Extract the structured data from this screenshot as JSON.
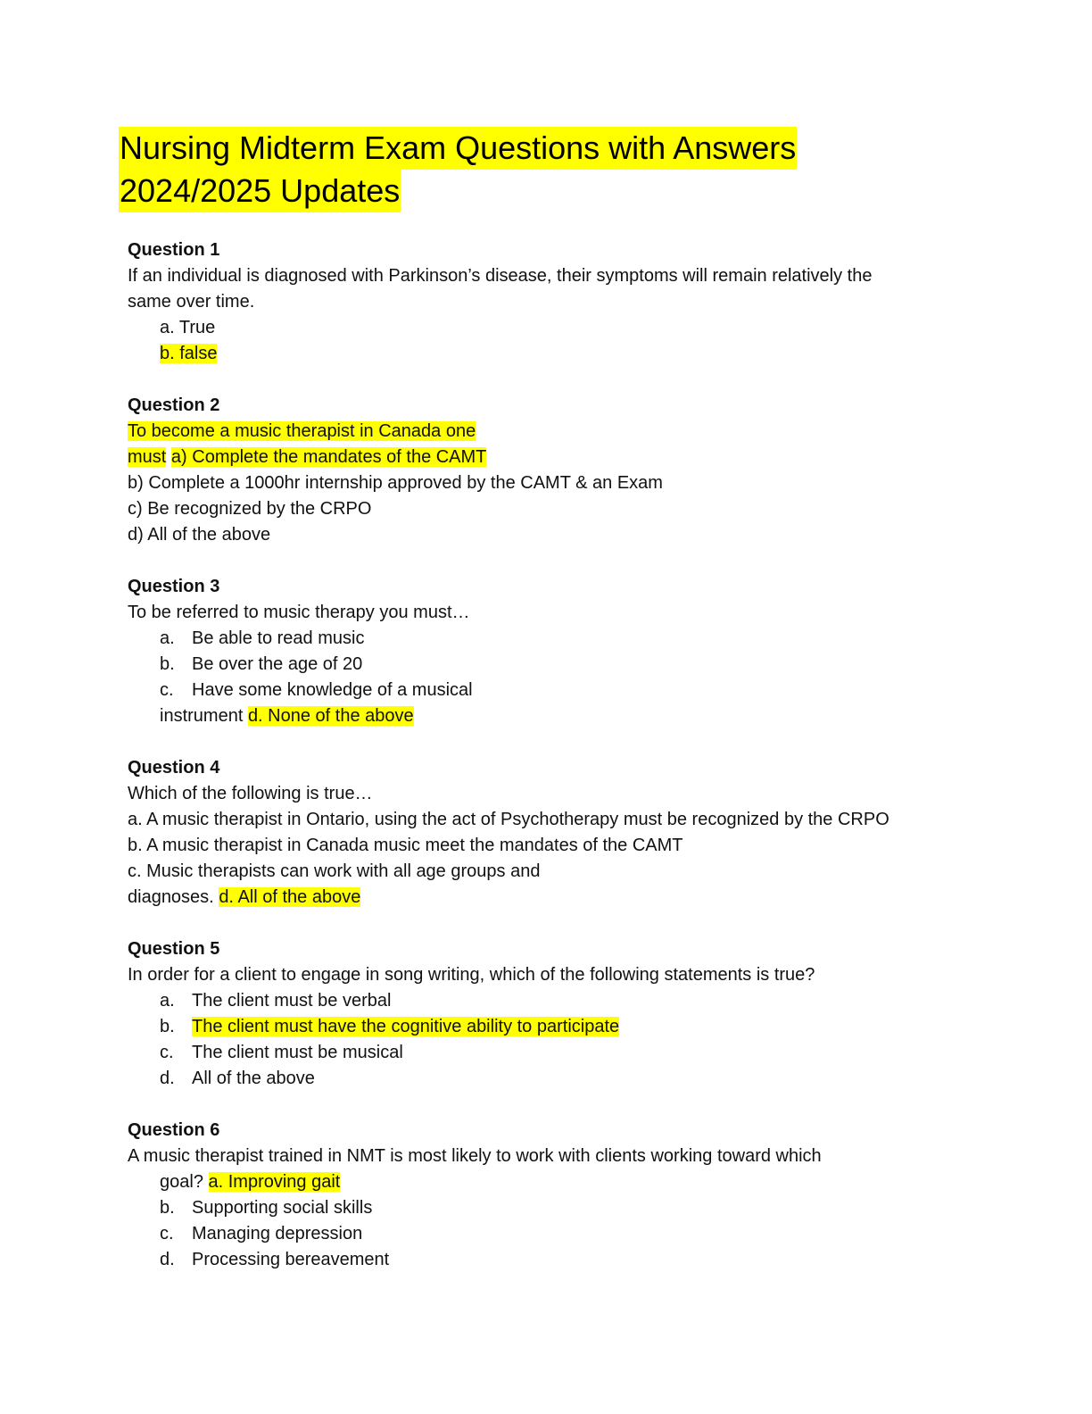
{
  "title": {
    "line1": "Nursing Midterm Exam Questions with Answers",
    "line2": "2024/2025 Updates"
  },
  "q1": {
    "heading": "Question 1",
    "text1": "If an individual is diagnosed with Parkinson’s disease, their symptoms will remain relatively the",
    "text2": "same over time.",
    "opt_a": "a. True",
    "opt_b": "b.  false"
  },
  "q2": {
    "heading": "Question 2",
    "text1": "To become a music therapist in Canada one",
    "text2": "must",
    "opt_a": "a)  Complete the mandates of the CAMT",
    "opt_b": "b)  Complete a 1000hr internship approved by the CAMT & an Exam",
    "opt_c": "c)  Be recognized by the CRPO",
    "opt_d": "d)  All of the above"
  },
  "q3": {
    "heading": "Question 3",
    "text": "To be referred to music therapy you must…",
    "opt_a_label": "a.",
    "opt_a": "Be able to read music",
    "opt_b_label": "b.",
    "opt_b": "Be over the age of 20",
    "opt_c_label": "c.",
    "opt_c": "Have some knowledge of a musical",
    "opt_c_cont": "instrument",
    "opt_d": "d. None of the above"
  },
  "q4": {
    "heading": "Question 4",
    "text": "Which of the following is true…",
    "opt_a": "a. A music therapist in Ontario, using the act of Psychotherapy must be recognized by the CRPO",
    "opt_b": "b. A music therapist in Canada music meet the mandates of the CAMT",
    "opt_c": "c. Music therapists can work with all age groups and",
    "opt_c_cont": "diagnoses.",
    "opt_d": "d. All of the above"
  },
  "q5": {
    "heading": "Question 5",
    "text": "In order for a client to engage in song writing, which of the following statements is true?",
    "opt_a_label": "a.",
    "opt_a": "The client must be verbal",
    "opt_b_label": "b.",
    "opt_b": "The client must have the cognitive ability to participate",
    "opt_c_label": "c.",
    "opt_c": "The client must be musical",
    "opt_d_label": "d.",
    "opt_d": "All of the above"
  },
  "q6": {
    "heading": "Question 6",
    "text1": "A music therapist trained in NMT is most likely to work with clients working toward which",
    "text2": "goal?",
    "opt_a": "a.  Improving gait",
    "opt_b_label": "b.",
    "opt_b": "Supporting social skills",
    "opt_c_label": "c.",
    "opt_c": "Managing depression",
    "opt_d_label": "d.",
    "opt_d": "Processing bereavement"
  },
  "colors": {
    "highlight": "#ffff00",
    "text": "#111111"
  }
}
